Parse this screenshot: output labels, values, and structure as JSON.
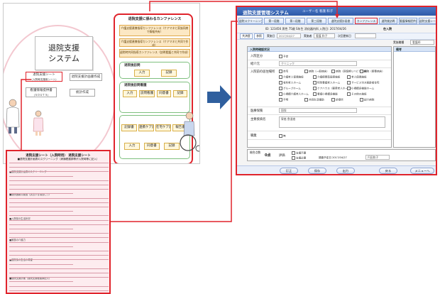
{
  "colors": {
    "highlight_red": "#e0242c",
    "app_blue": "#2e5aa8",
    "arrow_blue": "#2f5f9e",
    "form_pink": "#fdecef",
    "orange_button": "#fce8c4"
  },
  "left_screen": {
    "title_line1": "退院支援",
    "title_line2": "システム",
    "buttons": {
      "discharge_sheet": "退院支援シート",
      "discharge_sheet_sub": "(入院時支援用シート)",
      "plan_create": "退院支援計画書作成",
      "nursing_summary": "看護情報提供書",
      "nursing_summary_sub": "(ＳＯＵＴＳ)",
      "stats": "統計作成"
    },
    "conference": {
      "title": "退院支援に係わるカンファレンス",
      "items": [
        "介護支援連携指導カンファレンス（ケアマネと家族同席で情報共有）",
        "介護支援連携指導カンファレンス（ケアマネと共同で作成）",
        "退院時共同指導カンファレンス（訪問看護と共同で作成）"
      ]
    },
    "groups": [
      {
        "title": "退院後訪問",
        "buttons": [
          "入力",
          "記録"
        ]
      },
      {
        "title": "退院後訪問看護",
        "buttons": [
          "入力",
          "訪問看護",
          "同意書",
          "記録"
        ]
      },
      {
        "title": "退院在宅同行訪問",
        "buttons": [
          "記録書",
          "連携ケア計画",
          "在宅ケア計画",
          "報告書"
        ]
      },
      {
        "title": "",
        "buttons": [
          "入力",
          "同意書",
          "記録"
        ]
      }
    ]
  },
  "pink_form": {
    "title": "退院支援シート（入院時用） 退院支援シート",
    "subtitle": "■退院支援計画書のスクリーニング（病棟看護師等が入院時等に記入）",
    "section_labels": [
      "■退院支援計画書のスクリーニング",
      "■退院困難な要因（該当する項目に○）",
      "■入院前の生活状況",
      "■家族の介護力",
      "■退院後の生活の希望",
      "■退院支援計画（退院支援看護師記入）"
    ]
  },
  "app": {
    "title": "退院支援管理システム",
    "user_label": "ユーザー名 看護 和子",
    "tabs": [
      "退院スクリーニング",
      "第一段階",
      "第二段階",
      "第三段階",
      "退院支援計画書",
      "カンファレンス",
      "退院後訪問",
      "看護情報提供書",
      "退院支援シート"
    ],
    "patient_info": "ID: 123456   男性  75歳  S年生  消化器内科  入院日: 2017/04/26",
    "admission_status": "在入院",
    "sub_row": {
      "history": "共済歴",
      "ref": "参照",
      "implementation_date_label": "実施日",
      "implementation_date": "2017/04/27",
      "implementer_label": "実施者",
      "implementer": "看護 和子",
      "update_label": "次回更新日",
      "doctor_label": "実施職種",
      "doctor": "看護師"
    },
    "form": {
      "section_header": "入院時確認状況",
      "remarks_header": "備考",
      "rows": [
        {
          "label": "入院区分",
          "value": "予定"
        },
        {
          "label": "紹介元",
          "value": "クリニック"
        },
        {
          "label": "入院前の居住場所",
          "value": ""
        },
        {
          "label": "医療保険",
          "value": "国保"
        },
        {
          "label": "主要疾病名",
          "value": "胃癌 食道癌"
        },
        {
          "label": "職業",
          "value": "無"
        }
      ],
      "residence_options": [
        "自宅",
        "病院（一般病床）",
        "病院（回復期リハビリ病棟）",
        "病院（療養病床）",
        "介護老人保健施設",
        "介護療養型医療施設",
        "老人保健施設",
        "有料老人ホーム",
        "特別養護老人ホーム",
        "サービス付き高齢者住宅",
        "グループホーム",
        "ケアハウス（軽費老人ホーム）",
        "小規模多機能ホーム",
        "小規模介護老人ホーム",
        "看護小規模多機能",
        "その他の施設",
        "不明",
        "共同生活援助",
        "診療所",
        "紹介病院"
      ],
      "bottom": {
        "score_label": "総合点数",
        "score": "0点",
        "eval_label": "評価",
        "eval_line1": "支援不要",
        "eval_line2": "支援必要",
        "assessment_date": "調査予定日 2017/04/27",
        "assessor": "円田和子"
      }
    },
    "footer_buttons": [
      "訂正",
      "保存",
      "出力",
      "戻る",
      "メニューへ"
    ]
  }
}
